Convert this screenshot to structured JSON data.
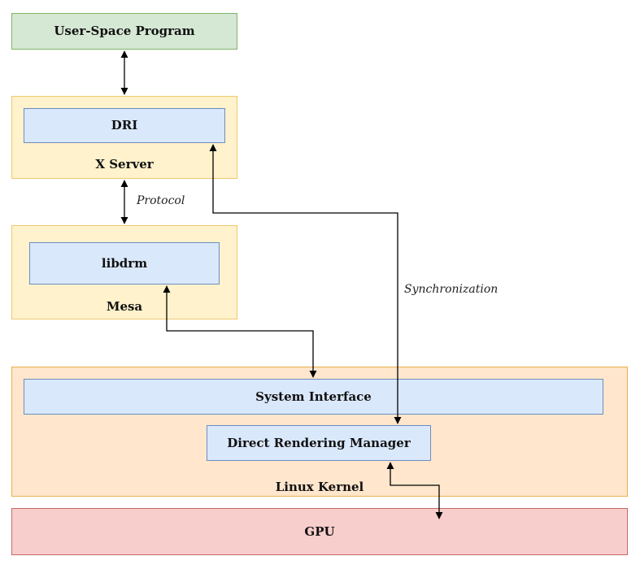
{
  "nodes": {
    "user_space": "User-Space Program",
    "dri": "DRI",
    "x_server": "X Server",
    "libdrm": "libdrm",
    "mesa": "Mesa",
    "system_interface": "System Interface",
    "drm": "Direct Rendering Manager",
    "linux_kernel": "Linux Kernel",
    "gpu": "GPU"
  },
  "edges": {
    "protocol": "Protocol",
    "synchronization": "Synchronization"
  },
  "colors": {
    "green_fill": "#d5e8d4",
    "yellow_fill": "#fff2cc",
    "orange_fill": "#ffe6cc",
    "blue_fill": "#dae8fc",
    "red_fill": "#f8cecc",
    "arrow": "#000000"
  }
}
